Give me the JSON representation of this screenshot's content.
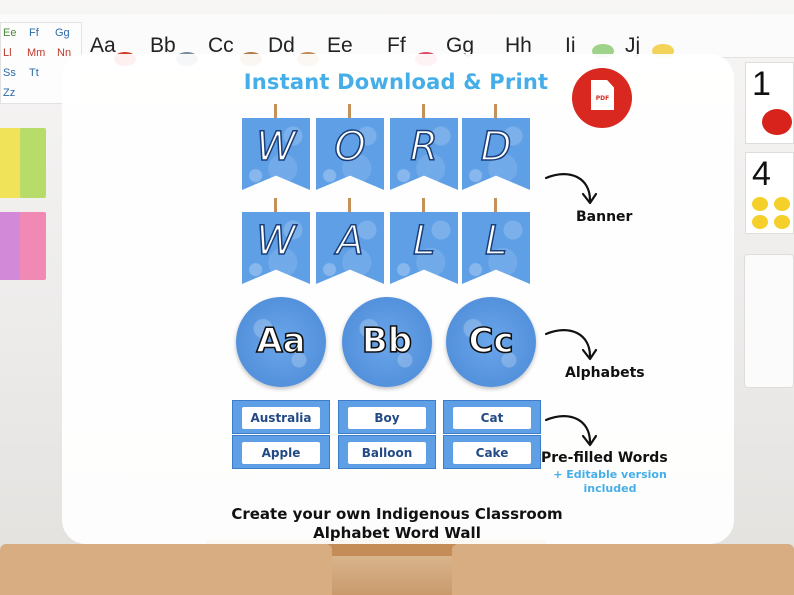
{
  "header": {
    "title": "Instant Download & Print",
    "pdf_label": "PDF"
  },
  "background": {
    "alphabet_strip": [
      "Aa",
      "Bb",
      "Cc",
      "Dd",
      "Ee",
      "Ff",
      "Gg",
      "Hh",
      "Ii",
      "Jj"
    ],
    "left_board": [
      "Ee",
      "Ff",
      "Gg",
      "Ll",
      "Mm",
      "Nn",
      "Ss",
      "Tt",
      "Zz"
    ],
    "number_cards": [
      "1",
      "4"
    ]
  },
  "banner": {
    "row1": [
      "W",
      "O",
      "R",
      "D"
    ],
    "row2": [
      "W",
      "A",
      "L",
      "L"
    ],
    "label": "Banner"
  },
  "alphabets": {
    "items": [
      "Aa",
      "Bb",
      "Cc"
    ],
    "label": "Alphabets"
  },
  "words": {
    "row1": [
      "Australia",
      "Boy",
      "Cat"
    ],
    "row2": [
      "Apple",
      "Balloon",
      "Cake"
    ],
    "label": "Pre-filled Words",
    "sublabel_line1": "+ Editable version",
    "sublabel_line2": "included"
  },
  "footer": {
    "line1": "Create your own Indigenous Classroom",
    "line2": "Alphabet Word Wall"
  },
  "colors": {
    "accent": "#45aee8",
    "card_blue": "#5f9fe6",
    "pdf_red": "#d8281f"
  }
}
